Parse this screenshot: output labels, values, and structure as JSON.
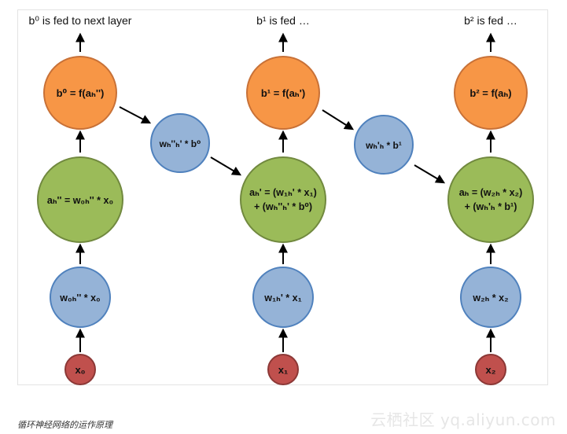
{
  "labels": {
    "top_left": "b⁰ is fed to next layer",
    "top_mid": "b¹ is fed …",
    "top_right": "b² is fed …"
  },
  "nodes": {
    "x0": "x₀",
    "x1": "x₁",
    "x2": "x₂",
    "w0h_x0": "w₀ₕ'' * x₀",
    "w1h_x1": "w₁ₕ' * x₁",
    "w2h_x2": "w₂ₕ * x₂",
    "a0": "aₕ'' = w₀ₕ'' * x₀",
    "a1_line1": "aₕ' = (w₁ₕ' * x₁)",
    "a1_line2": "+ (wₕ''ₕ' * b⁰)",
    "a2_line1": "aₕ = (w₂ₕ * x₂)",
    "a2_line2": "+ (wₕ'ₕ * b¹)",
    "b0": "b⁰ = f(aₕ'')",
    "b1": "b¹ = f(aₕ')",
    "b2": "b² = f(aₕ)",
    "rec1": "wₕ''ₕ' * b⁰",
    "rec2": "wₕ'ₕ * b¹"
  },
  "colors": {
    "orange_fill": "#f79646",
    "orange_stroke": "#c87137",
    "green_fill": "#9bbb59",
    "green_stroke": "#71893f",
    "blue_fill": "#95b3d7",
    "blue_stroke": "#4f81bd",
    "red_fill": "#c0504d",
    "red_stroke": "#8c3836"
  },
  "caption": "循环神经网络的运作原理",
  "watermark": "云栖社区 yq.aliyun.com"
}
